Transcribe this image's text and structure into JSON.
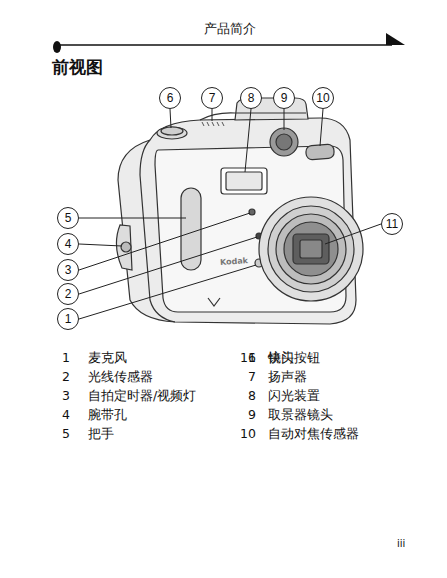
{
  "diagram": {
    "title": "前视图",
    "nodes": [
      {
        "text": [
          "6"
        ]
      },
      {
        "text": [
          "7"
        ]
      },
      {
        "text": [
          "8"
        ]
      },
      {
        "text": [
          "9"
        ]
      },
      {
        "text": [
          "10"
        ]
      },
      {
        "text": [
          "5"
        ]
      },
      {
        "text": [
          "11"
        ]
      },
      {
        "text": [
          "4"
        ]
      },
      {
        "text": [
          "3"
        ]
      },
      {
        "text": [
          "2"
        ]
      },
      {
        "text": [
          "1"
        ]
      }
    ],
    "labels": [
      "产品简介",
      "1",
      "麦克风",
      "2",
      "光线传感器",
      "3",
      "自拍定时器/视频灯",
      "4",
      "腕带孔",
      "5",
      "把手",
      "6",
      "快门按钮",
      "7",
      "扬声器",
      "8",
      "闪光装置",
      "9",
      "取景器镜头",
      "10",
      "自动对焦传感器",
      "11",
      "镜头",
      "Kodak",
      "iii"
    ]
  }
}
